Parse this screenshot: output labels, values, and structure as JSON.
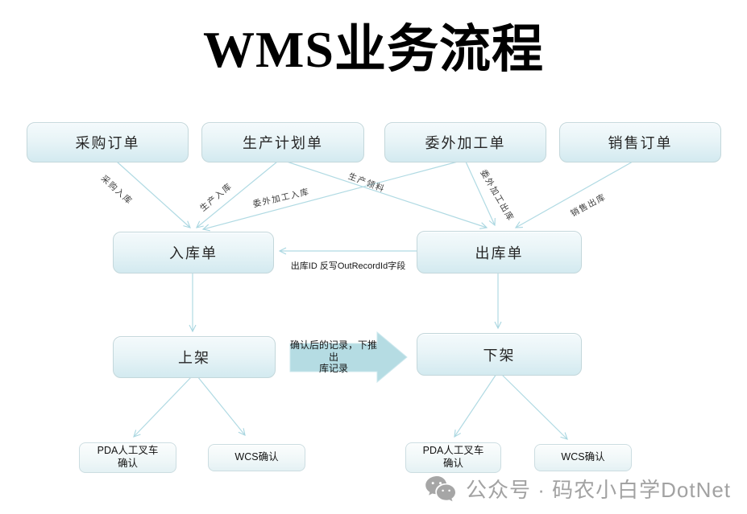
{
  "title": "WMS业务流程",
  "nodes": {
    "purchase_order": "采购订单",
    "production_plan": "生产计划单",
    "outsourcing_order": "委外加工单",
    "sales_order": "销售订单",
    "inbound_order": "入库单",
    "outbound_order": "出库单",
    "put_on_shelf": "上架",
    "take_off_shelf": "下架",
    "pda_confirm_line1": "PDA人工叉车",
    "pda_confirm_line2": "确认",
    "wcs_confirm": "WCS确认"
  },
  "edge_labels": {
    "purchase_in": "采购入库",
    "production_in": "生产入库",
    "outsourcing_in": "委外加工入库",
    "production_pick": "生产领料",
    "outsourcing_out": "委外加工出库",
    "sales_out": "销售出库"
  },
  "annotations": {
    "writeback": "出库ID 反写OutRecordId字段",
    "push_line1": "确认后的记录，下推出",
    "push_line2": "库记录"
  },
  "watermark": {
    "icon": "wechat-icon",
    "text": "公众号 · 码农小白学DotNet"
  },
  "colors": {
    "connector_line": "#a8d6e0",
    "block_arrow_fill": "#b5dce3",
    "node_border": "#c3d7db",
    "node_fill_top": "#f4fafc",
    "node_fill_bottom": "#d3eaf0",
    "watermark_gray": "#a2a2a2"
  }
}
